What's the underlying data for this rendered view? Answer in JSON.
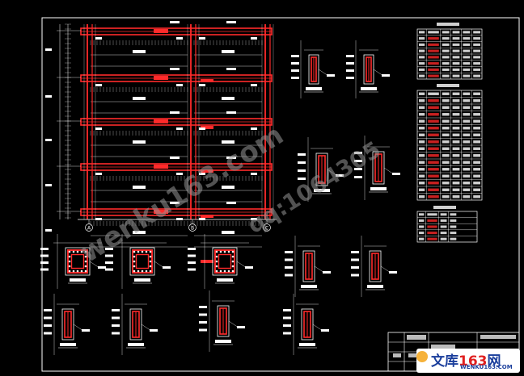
{
  "frame": {
    "axes": [
      "A",
      "B",
      "C"
    ],
    "floors": 5
  },
  "watermark": {
    "main": "wenku163.com",
    "qq": "qq:1064305"
  },
  "logo": {
    "main_prefix": "文库",
    "main_number": "163",
    "main_suffix": "网",
    "sub": "WENKU163.COM"
  },
  "colors": {
    "background": "#000000",
    "beam_red": "#ff2a2a",
    "line_white": "#ffffff",
    "dim_gray": "#9a9a9a",
    "table_red": "#c82020"
  }
}
